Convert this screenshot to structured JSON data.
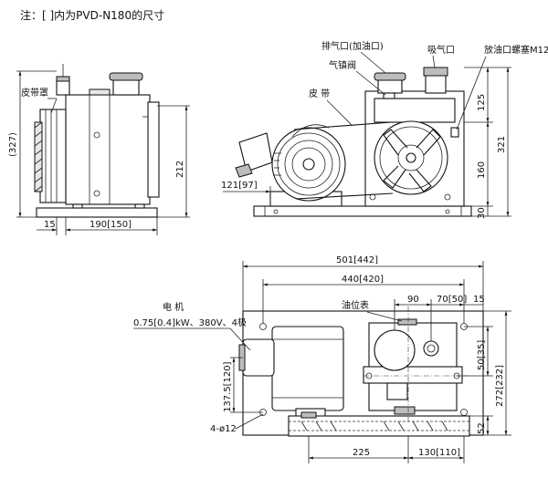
{
  "note": "注：[ ]内为PVD-N180的尺寸",
  "labels": {
    "belt_cover": "皮带罩",
    "exhaust": "排气口(加油口)",
    "intake": "吸气口",
    "gas_ballast": "气镇阀",
    "belt": "皮 带",
    "drain_plug": "放油口螺塞M12",
    "motor": "电 机",
    "motor_spec": "0.75[0.4]kW、380V、4极",
    "oil_gauge": "油位表",
    "mount_holes": "4-ø12"
  },
  "dimensions": {
    "side_total_height": "(327)",
    "side_body_height": "212",
    "side_offset": "15",
    "side_width": "190[150]",
    "front_motor_axis": "121[97]",
    "front_125": "125",
    "front_321": "321",
    "front_160": "160",
    "front_30": "30",
    "plan_total_width": "501[442]",
    "plan_hole_span": "440[420]",
    "plan_90": "90",
    "plan_70": "70[50]",
    "plan_15": "15",
    "plan_50": "50[35]",
    "plan_272": "272[232]",
    "plan_137": "137.5[120]",
    "plan_52": "52",
    "plan_225": "225",
    "plan_130": "130[110]"
  }
}
